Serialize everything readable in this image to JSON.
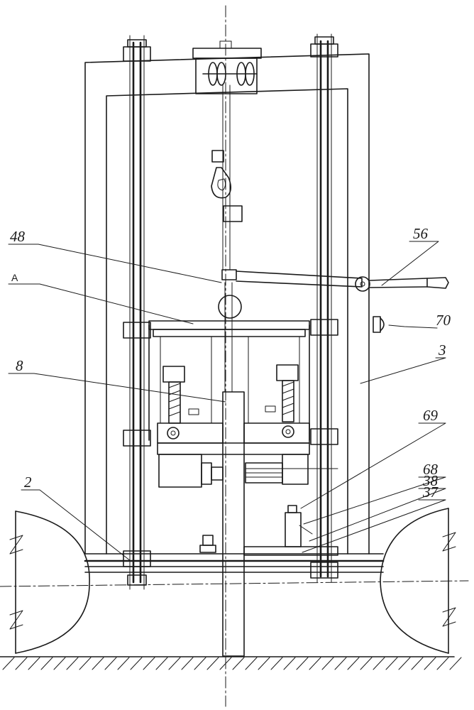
{
  "labels": {
    "l48": "48",
    "lA": "A",
    "l8": "8",
    "l56": "56",
    "l70": "70",
    "l3": "3",
    "l69": "69",
    "l68": "68",
    "l38": "38",
    "l37": "37",
    "l2": "2"
  },
  "colors": {
    "ink": "#1a1a1a",
    "paper": "#ffffff"
  }
}
